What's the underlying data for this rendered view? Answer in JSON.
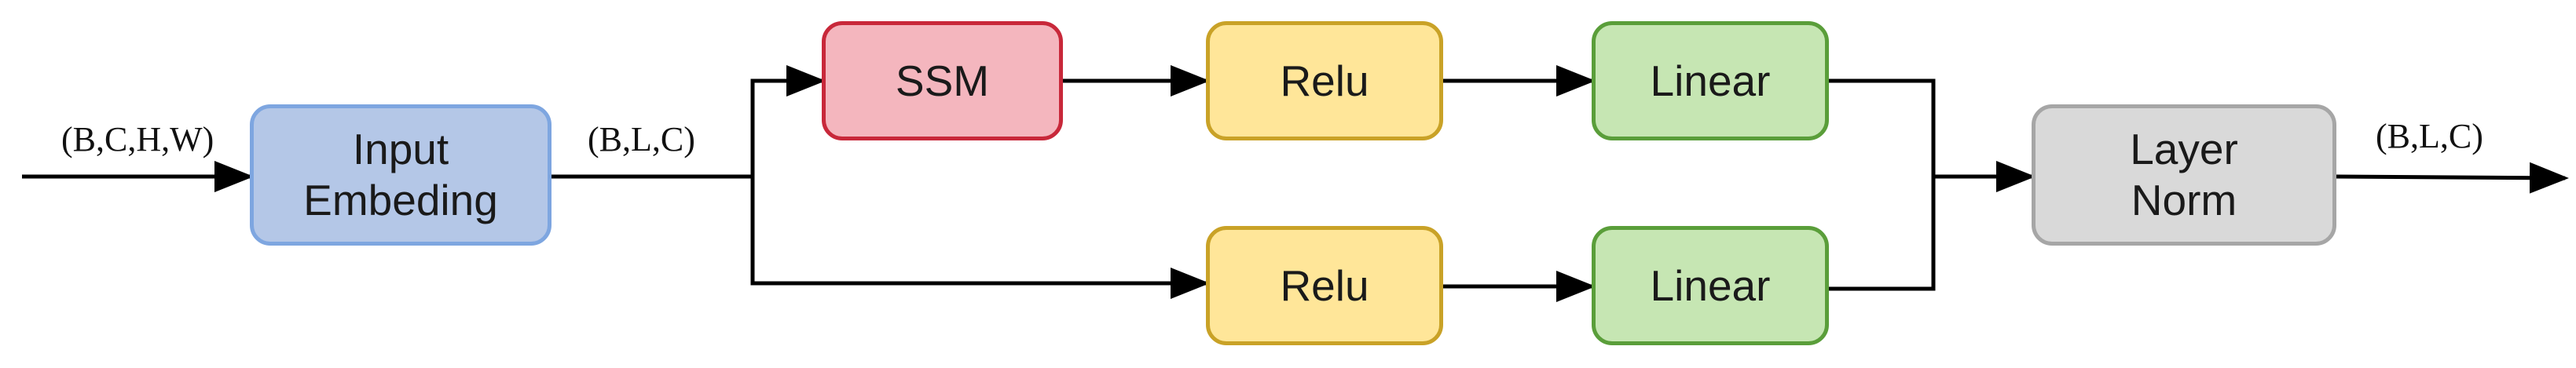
{
  "diagram": {
    "nodes": {
      "input_embedding": {
        "lines": [
          "Input",
          "Embeding"
        ],
        "fill": "#b4c7e7",
        "stroke": "#7ea6e0"
      },
      "ssm": {
        "lines": [
          "SSM"
        ],
        "fill": "#f4b6be",
        "stroke": "#c8283a"
      },
      "relu_top": {
        "lines": [
          "Relu"
        ],
        "fill": "#ffe699",
        "stroke": "#c9a227"
      },
      "linear_top": {
        "lines": [
          "Linear"
        ],
        "fill": "#c6e6b3",
        "stroke": "#5a9e3a"
      },
      "relu_bottom": {
        "lines": [
          "Relu"
        ],
        "fill": "#ffe699",
        "stroke": "#c9a227"
      },
      "linear_bottom": {
        "lines": [
          "Linear"
        ],
        "fill": "#c6e6b3",
        "stroke": "#5a9e3a"
      },
      "layer_norm": {
        "lines": [
          "Layer",
          "Norm"
        ],
        "fill": "#d9d9d9",
        "stroke": "#a6a6a6"
      }
    },
    "labels": {
      "input_shape": "(B,C,H,W)",
      "embedded_shape": "(B,L,C)",
      "output_shape": "(B,L,C)"
    },
    "edges": [
      {
        "from": "input",
        "to": "input_embedding"
      },
      {
        "from": "input_embedding",
        "to": "ssm"
      },
      {
        "from": "input_embedding",
        "to": "relu_bottom"
      },
      {
        "from": "ssm",
        "to": "relu_top"
      },
      {
        "from": "relu_top",
        "to": "linear_top"
      },
      {
        "from": "relu_bottom",
        "to": "linear_bottom"
      },
      {
        "from": "linear_top",
        "to": "layer_norm"
      },
      {
        "from": "linear_bottom",
        "to": "layer_norm"
      },
      {
        "from": "layer_norm",
        "to": "output"
      }
    ],
    "line_color": "#000000"
  }
}
